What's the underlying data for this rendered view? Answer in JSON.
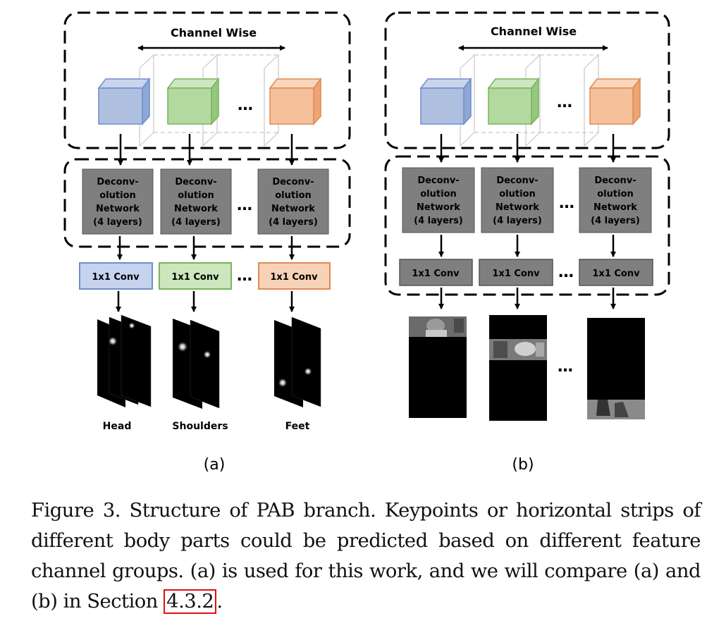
{
  "figure": {
    "panel_a": {
      "label": "(a)",
      "channel_title": "Channel Wise",
      "deconv_label": [
        "Deconv-",
        "olution",
        "Network",
        "(4 layers)"
      ],
      "conv_label": "1x1 Conv",
      "ellipsis": "…",
      "outputs": [
        "Head",
        "Shoulders",
        "Feet"
      ]
    },
    "panel_b": {
      "label": "(b)",
      "channel_title": "Channel Wise",
      "deconv_label": [
        "Deconv-",
        "olution",
        "Network",
        "(4 layers)"
      ],
      "conv_label": "1x1 Conv",
      "ellipsis": "…"
    },
    "colors": {
      "blue_face": "#aebfe0",
      "blue_edge": "#6f8ec9",
      "green_face": "#b3d8a0",
      "green_edge": "#78b35c",
      "orange_face": "#f5c19a",
      "orange_edge": "#e08a52",
      "gray_box": "#7f7f7f"
    }
  },
  "caption": {
    "text_before_ref": "Figure 3. Structure of PAB branch. Keypoints or horizontal strips of different body parts could be predicted based on different feature channel groups. (a) is used for this work, and we will compare (a) and (b) in Section ",
    "ref": "4.3.2",
    "text_after_ref": "."
  }
}
